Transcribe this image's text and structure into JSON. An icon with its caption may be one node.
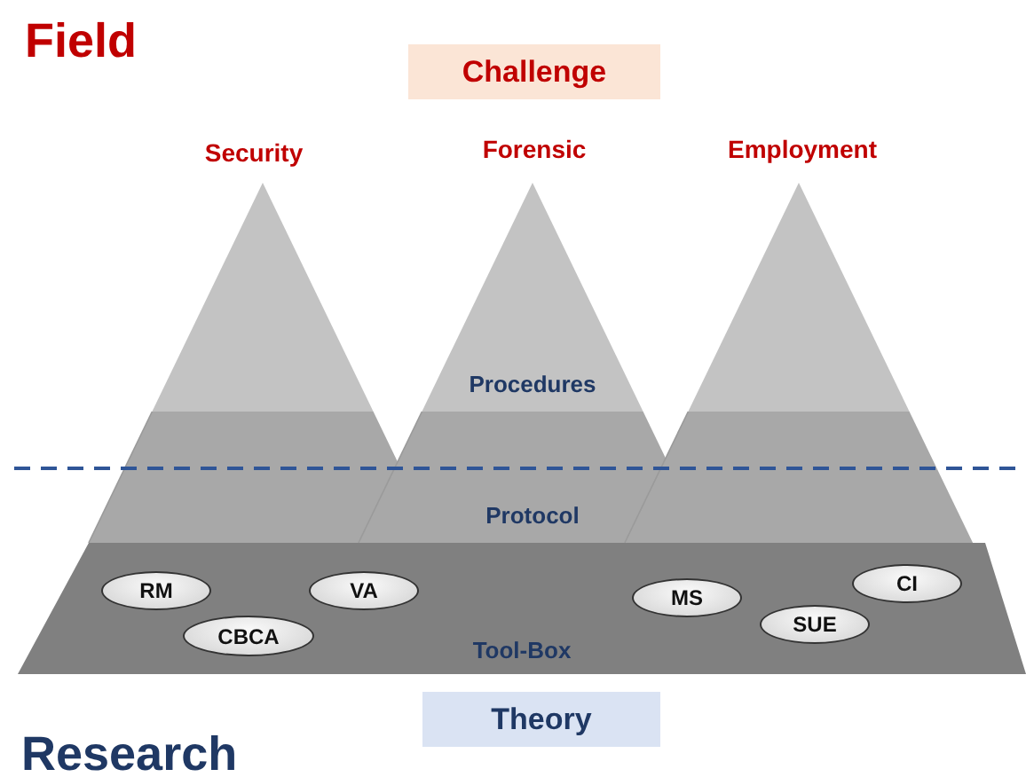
{
  "diagram": {
    "nodes": [
      {
        "text": [
          "Challenge"
        ]
      },
      {
        "text": [
          "Tool-Box"
        ]
      },
      {
        "text": [
          "RM"
        ],
        "in": 1
      },
      {
        "text": [
          "CBCA"
        ],
        "in": 1
      },
      {
        "text": [
          "VA"
        ],
        "in": 1
      },
      {
        "text": [
          "MS"
        ],
        "in": 1
      },
      {
        "text": [
          "SUE"
        ],
        "in": 1
      },
      {
        "text": [
          "CI"
        ],
        "in": 1
      },
      {
        "text": [
          "Theory"
        ]
      }
    ],
    "labels": [
      "Field",
      "Security",
      "Forensic",
      "Employment",
      "Procedures",
      "Protocol",
      "Research"
    ]
  }
}
